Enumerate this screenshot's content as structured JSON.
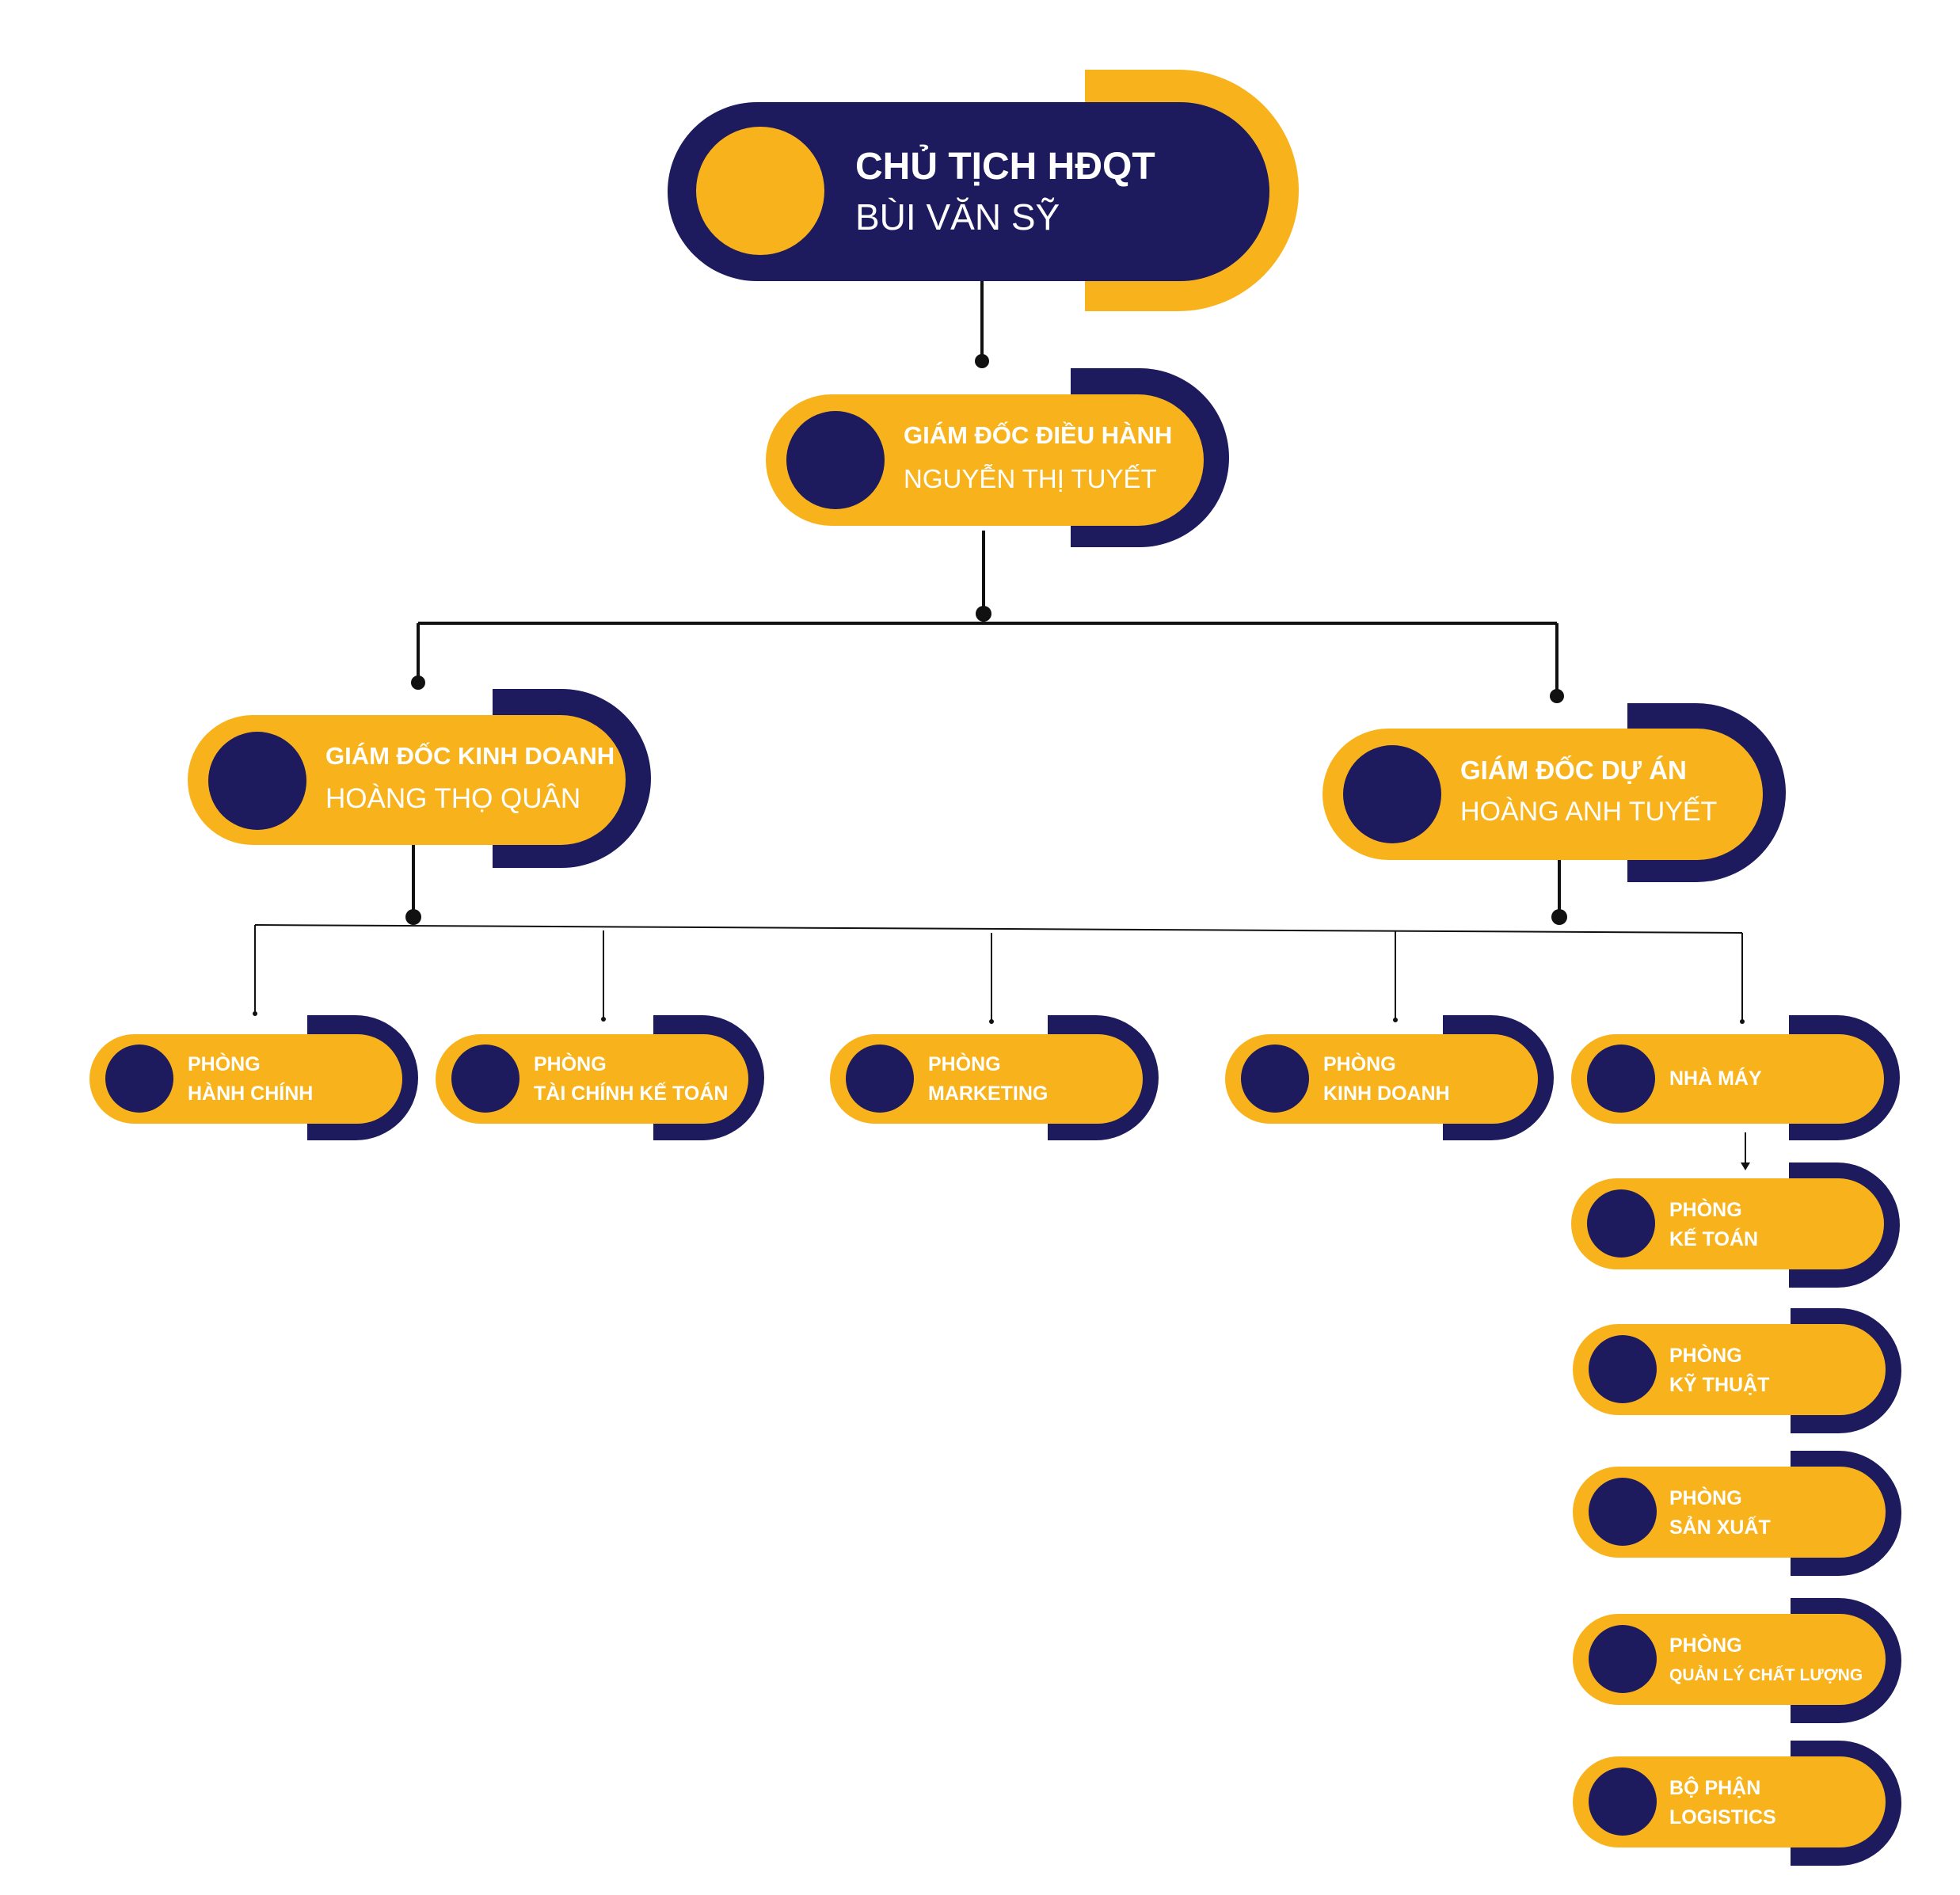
{
  "colors": {
    "navy": "#1e1a5e",
    "gold": "#f8b31c",
    "line": "#111111"
  },
  "chairman": {
    "title": "CHỦ TỊCH HĐQT",
    "name": "BÙI VĂN SỸ"
  },
  "ceo": {
    "title": "GIÁM ĐỐC ĐIỀU HÀNH",
    "name": "NGUYỄN THỊ TUYẾT"
  },
  "sales_director": {
    "title": "GIÁM ĐỐC KINH DOANH",
    "name": "HOÀNG THỌ QUÂN"
  },
  "project_director": {
    "title": "GIÁM ĐỐC DỰ ÁN",
    "name": "HOÀNG ANH TUYẾT"
  },
  "departments": [
    {
      "line1": "PHÒNG",
      "line2": "HÀNH CHÍNH"
    },
    {
      "line1": "PHÒNG",
      "line2": "TÀI CHÍNH KẾ TOÁN"
    },
    {
      "line1": "PHÒNG",
      "line2": "MARKETING"
    },
    {
      "line1": "PHÒNG",
      "line2": "KINH DOANH"
    },
    {
      "line1": "NHÀ MÁY",
      "line2": ""
    }
  ],
  "factory_units": [
    {
      "line1": "PHÒNG",
      "line2": "KẾ TOÁN"
    },
    {
      "line1": "PHÒNG",
      "line2": "KỸ THUẬT"
    },
    {
      "line1": "PHÒNG",
      "line2": "SẢN XUẤT"
    },
    {
      "line1": "PHÒNG",
      "line2": "QUẢN LÝ CHẤT LƯỢNG"
    },
    {
      "line1": "BỘ PHẬN",
      "line2": "LOGISTICS"
    }
  ]
}
